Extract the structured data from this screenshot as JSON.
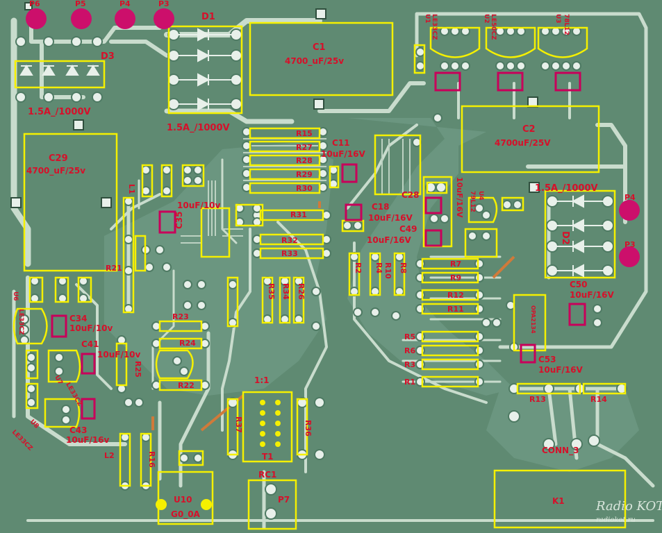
{
  "board": {
    "colors": {
      "base": "#5f8a72",
      "copper": "#a9c4b0",
      "copper_dark": "#4e7a63",
      "trace": "#c9dccd",
      "silk": "#f5f000",
      "label": "#d6102a",
      "pad": "#e8f0ea",
      "magenta": "#c8005a",
      "pinpad": "#cc0f6b"
    },
    "pins_top": [
      "P6",
      "P5",
      "P4",
      "P3"
    ],
    "pins_right": [
      "P4",
      "P3"
    ],
    "diodes": {
      "d1": "D1",
      "d1_rating": "1.5A_/1000V",
      "d3": "D3",
      "d3_rating": "1.5A_/1000V",
      "d2": "D2",
      "d2_rating": "1.5A_/1000V"
    },
    "caps_big": {
      "c1": "C1",
      "c1_value": "4700_uF/25v",
      "c2": "C2",
      "c2_value": "4700uF/25V",
      "c29": "C29",
      "c29_value": "4700_uF/25v"
    },
    "regulators": {
      "u1": "U1",
      "u1_part": "LE33CZ",
      "u2": "U2",
      "u2_part": "LE50CZ",
      "u3": "U3",
      "u3_part": "78L12",
      "u4": "U4",
      "u4_part": "79L12",
      "u6": "U6",
      "u6_part": "LE33CZ",
      "u7": "U7",
      "u7_part": "LE33CZ",
      "u8": "U8",
      "u8_part": "LE33CZ"
    },
    "resistors": {
      "r15": "R15",
      "r27": "R27",
      "r28": "R28",
      "r29": "R29",
      "r30": "R30",
      "r31": "R31",
      "r32": "R32",
      "r33": "R33",
      "r21": "R21",
      "r23": "R23",
      "r24": "R24",
      "r22": "R22",
      "r25": "R25",
      "r34": "R34",
      "r35": "R35",
      "r26": "R26",
      "r2": "R2",
      "r4": "R4",
      "r8": "R8",
      "r10": "R10",
      "r7": "R7",
      "r9": "R9",
      "r12": "R12",
      "r11": "R11",
      "r5": "R5",
      "r6": "R6",
      "r3": "R3",
      "r1": "R1",
      "r13": "R13",
      "r14": "R14",
      "r16": "R16",
      "r36": "R36",
      "r37": "R37"
    },
    "small_caps": {
      "c11": "C11",
      "c11_value": "10uF/16V",
      "c18": "C18",
      "c18_value": "10uF/16V",
      "c49": "C49",
      "c49_value": "10uF/16V",
      "c28": "C28",
      "c28_value": "10uF/16V",
      "c35": "C35",
      "c35_value": "10uF/10v",
      "c34": "C34",
      "c34_value": "10uF/10v",
      "c41": "C41",
      "c41_value": "10uF/10v",
      "c43": "C43",
      "c43_value": "10uF/16v",
      "c50": "C50",
      "c50_value": "10uF/16V",
      "c53": "C53",
      "c53_value": "10uF/16V"
    },
    "misc": {
      "l1": "L1",
      "l2": "L2",
      "t1": "T1",
      "t1_ratio": "1:1",
      "rc1": "RC1",
      "p7": "P7",
      "u10": "U10",
      "u10_part": "G0_0A",
      "conn3": "CONN_3",
      "k1": "K1",
      "u5_part": "OPA2134"
    },
    "watermark": {
      "brand": "Radio KOT",
      "site": "radiokot.ru"
    }
  }
}
